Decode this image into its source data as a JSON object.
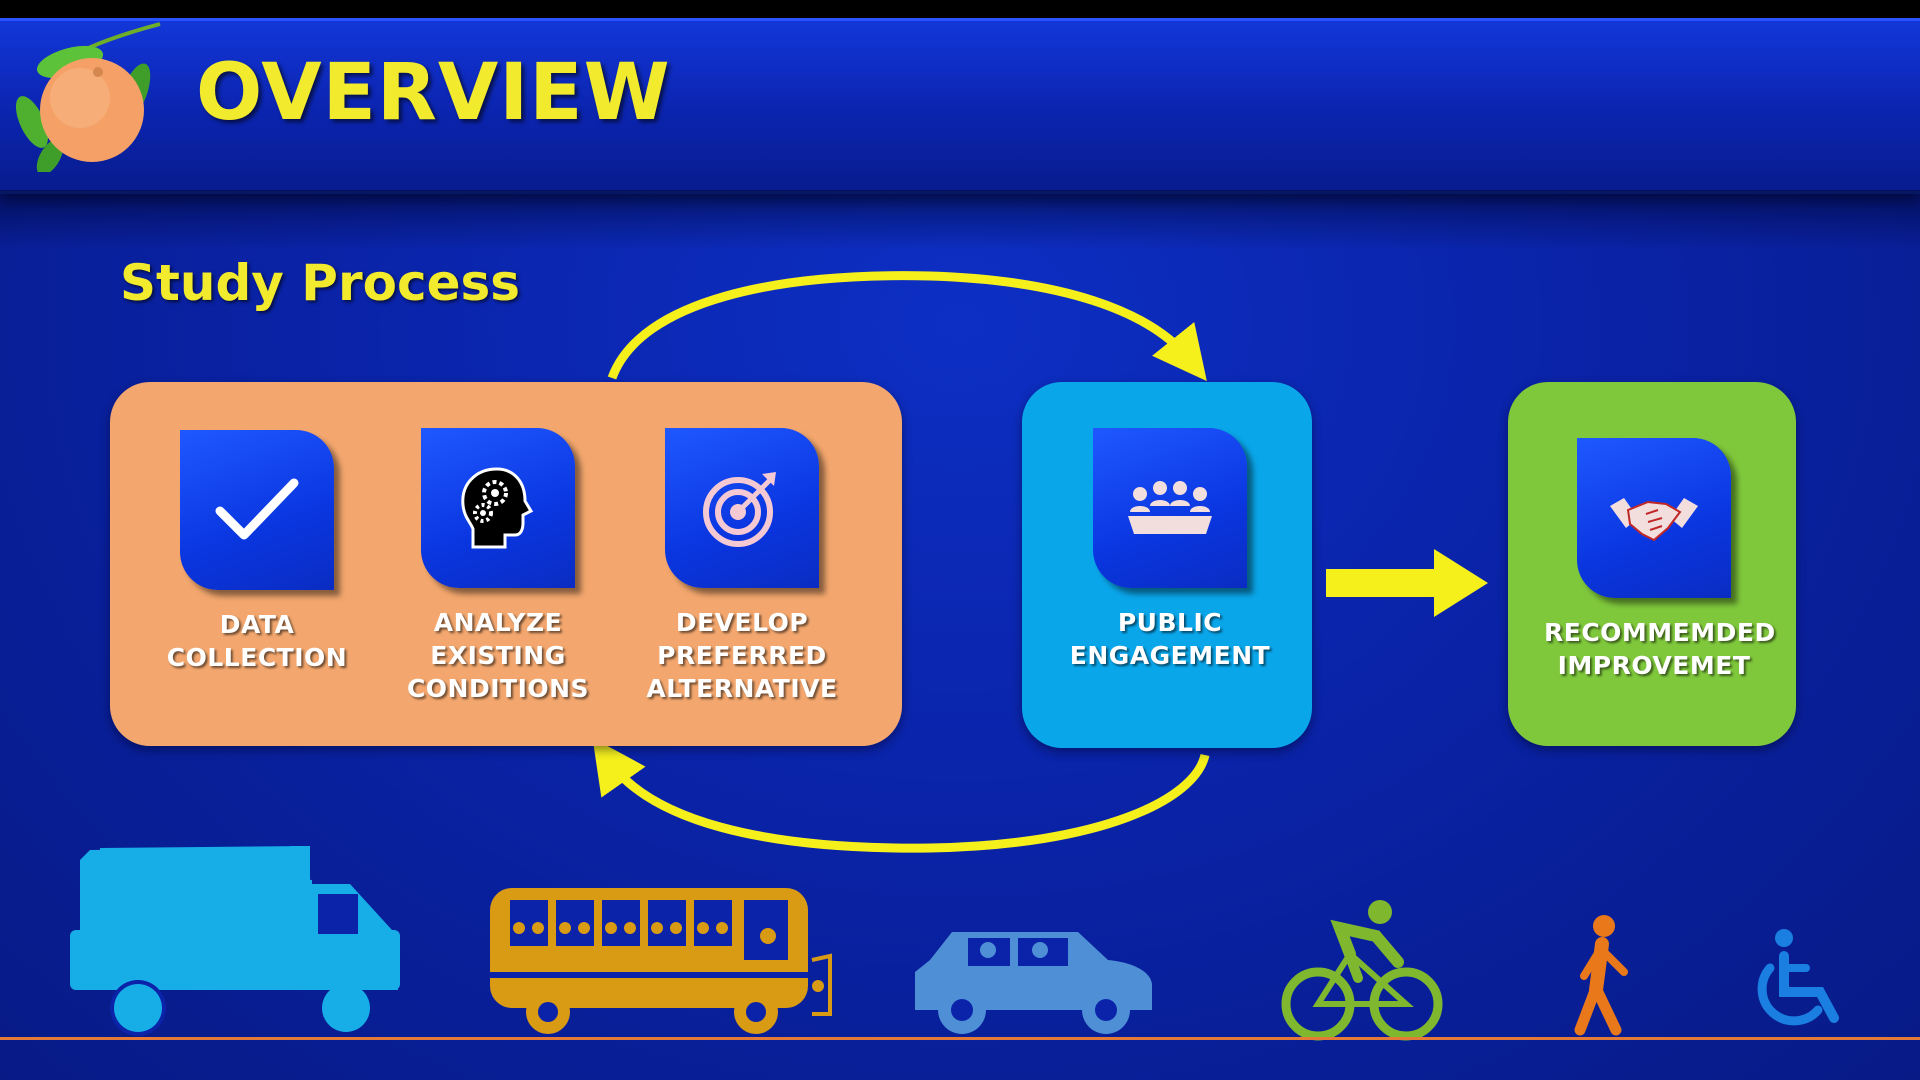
{
  "header": {
    "title": "OVERVIEW",
    "logo_icon": "orange-fruit-logo"
  },
  "section_title": "Study Process",
  "groups": [
    {
      "color": "#f3a76e",
      "steps": [
        {
          "icon": "checkmark-icon",
          "label": "DATA\nCOLLECTION"
        },
        {
          "icon": "head-gears-icon",
          "label": "ANALYZE\nEXISTING\nCONDITIONS"
        },
        {
          "icon": "target-icon",
          "label": "DEVELOP\nPREFERRED\nALTERNATIVE"
        }
      ]
    },
    {
      "color": "#0aa6ea",
      "steps": [
        {
          "icon": "meeting-group-icon",
          "label": "PUBLIC\nENGAGEMENT"
        }
      ]
    },
    {
      "color": "#7fc83c",
      "steps": [
        {
          "icon": "handshake-icon",
          "label": "RECOMMEMDED\nIMPROVEMET"
        }
      ]
    }
  ],
  "colors": {
    "title": "#f2ea2c",
    "arrow": "#f5f01c",
    "tile": "#0a36e0",
    "ground_line": "#e27a3a"
  },
  "vehicles": [
    {
      "icon": "dump-truck-icon",
      "color": "#17aee8"
    },
    {
      "icon": "school-bus-icon",
      "color": "#d99a14"
    },
    {
      "icon": "car-icon",
      "color": "#4e8fd6"
    },
    {
      "icon": "bicycle-rider-icon",
      "color": "#7fb82e"
    },
    {
      "icon": "pedestrian-icon",
      "color": "#e8781a"
    },
    {
      "icon": "wheelchair-icon",
      "color": "#1a7fe0"
    }
  ]
}
